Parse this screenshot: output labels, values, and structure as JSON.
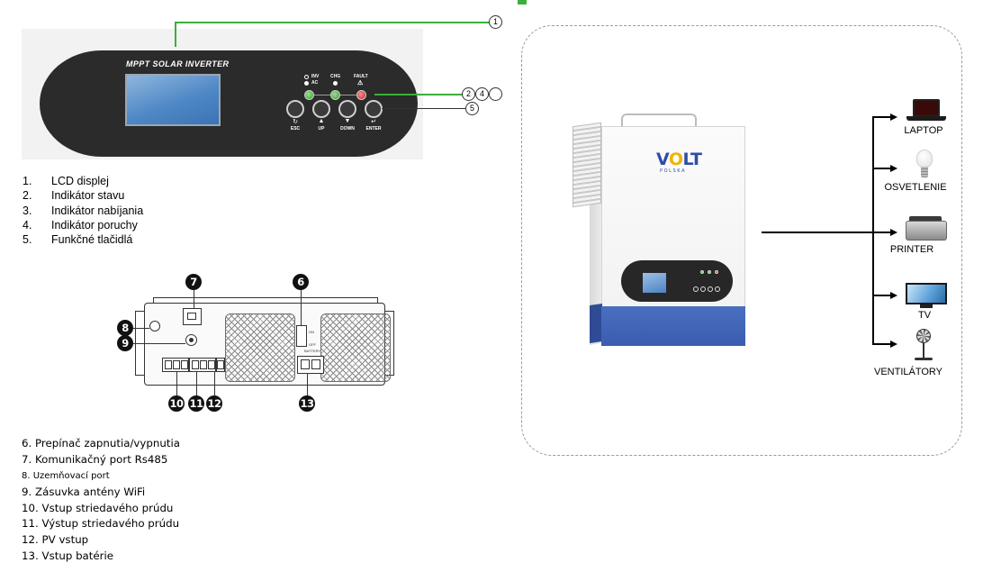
{
  "front_panel": {
    "brand": "MPPT SOLAR INVERTER",
    "indicators": {
      "inv_label": "INV",
      "ac_label": "AC",
      "chg_label": "CHG",
      "fault_label": "FAULT",
      "fault_glyph": "⚠"
    },
    "buttons": [
      {
        "label": "ESC",
        "glyph": "↻"
      },
      {
        "label": "UP",
        "glyph": "▲"
      },
      {
        "label": "DOWN",
        "glyph": "▼"
      },
      {
        "label": "ENTER",
        "glyph": "↵"
      }
    ],
    "callouts": [
      "1",
      "2",
      "4",
      "",
      "5"
    ]
  },
  "front_list": [
    {
      "num": "1.",
      "text": "LCD displej"
    },
    {
      "num": "2.",
      "text": "Indikátor stavu"
    },
    {
      "num": "3.",
      "text": "Indikátor nabíjania"
    },
    {
      "num": "4.",
      "text": "Indikátor poruchy"
    },
    {
      "num": "5.",
      "text": "Funkčné tlačidlá"
    }
  ],
  "back_panel": {
    "callouts": [
      "7",
      "6",
      "8",
      "9",
      "10",
      "11",
      "12",
      "13"
    ],
    "switch_on": "ON",
    "switch_off": "OFF",
    "battery_label": "BATTERY"
  },
  "back_list": [
    "6. Prepínač zapnutia/vypnutia",
    "7. Komunikačný port Rs485",
    "8. Uzemňovací port",
    "9. Zásuvka antény WiFi",
    "10. Vstup striedavého prúdu",
    "11. Výstup striedavého prúdu",
    "12. PV vstup",
    "13. Vstup batérie"
  ],
  "inverter": {
    "logo_part1": "V",
    "logo_o": "O",
    "logo_part2": "LT",
    "logo_sub": "POLSKA"
  },
  "devices": [
    {
      "label": "LAPTOP",
      "icon": "laptop-icon"
    },
    {
      "label": "OSVETLENIE",
      "icon": "light-bulb-icon"
    },
    {
      "label": "PRINTER",
      "icon": "printer-icon"
    },
    {
      "label": "TV",
      "icon": "tv-icon"
    },
    {
      "label": "VENTILÁTORY",
      "icon": "fan-icon"
    }
  ],
  "colors": {
    "accent_green": "#3cae3c",
    "inverter_blue": "#3a5cb0",
    "logo_yellow": "#f0b400"
  }
}
